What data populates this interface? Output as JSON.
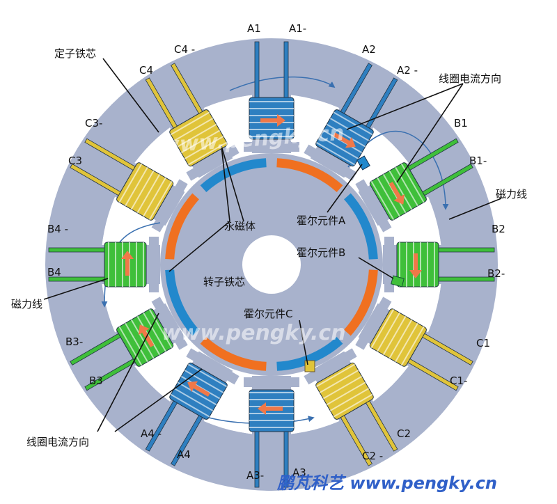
{
  "labels": {
    "stator_core": "定子铁芯",
    "rotor_core": "转子铁芯",
    "permanent_magnet": "永磁体",
    "flux_line_right": "磁力线",
    "flux_line_left": "磁力线",
    "hall_a": "霍尔元件A",
    "hall_b": "霍尔元件B",
    "hall_c": "霍尔元件C",
    "coil_current_top": "线圈电流方向",
    "coil_current_bottom": "线圈电流方向"
  },
  "terminals": {
    "A1": "A1",
    "A1m": "A1-",
    "A2": "A2",
    "A2m": "A2 -",
    "B1": "B1",
    "B1m": "B1-",
    "B2": "B2",
    "B2m": "B2-",
    "C1": "C1",
    "C1m": "C1-",
    "C2": "C2",
    "C2m": "C2 -",
    "A3": "A3",
    "A3m": "A3-",
    "A4": "A4",
    "A4m": "A4 -",
    "B3": "B3",
    "B3m": "B3-",
    "B4": "B4",
    "B4m": "B4 -",
    "C3": "C3",
    "C3m": "C3-",
    "C4": "C4",
    "C4m": "C4 -"
  },
  "watermark_center": "www.pengky.cn",
  "footer_brand": "鹏芃科艺 www.pengky.cn",
  "colors": {
    "stator": "#a8b2cc",
    "phase_a": "#2e7fc0",
    "phase_b": "#3fbf3a",
    "phase_c": "#e0c43a",
    "magnet_orange": "#f07020",
    "magnet_blue": "#2288cc",
    "current_arrow": "#f07848",
    "footer_brand": "#3060c8"
  }
}
